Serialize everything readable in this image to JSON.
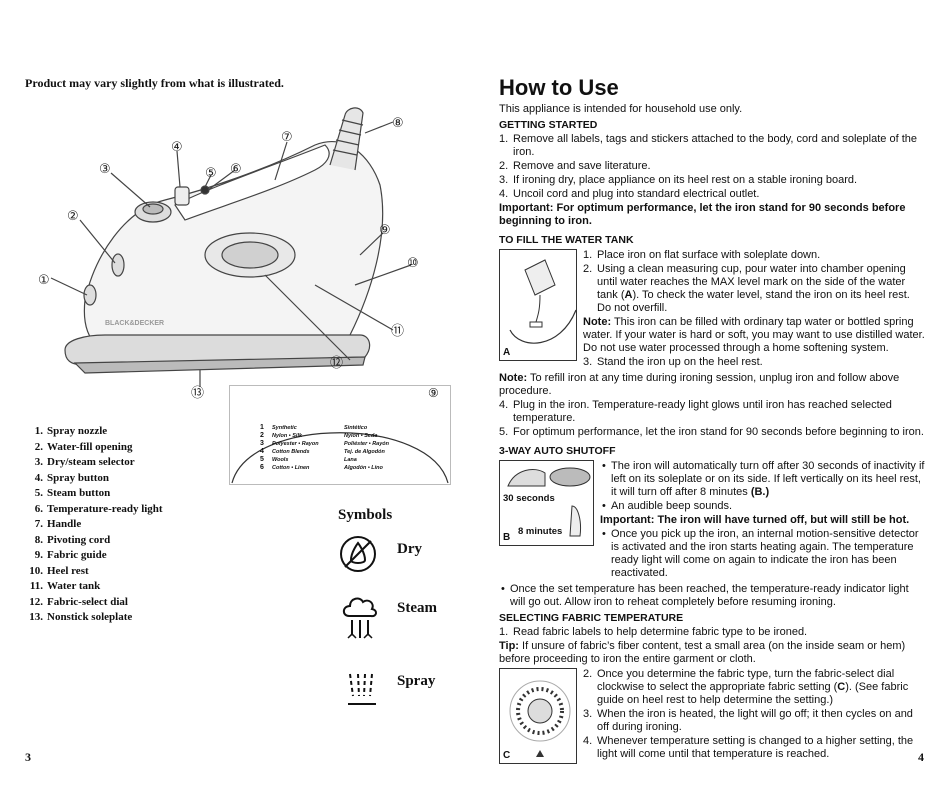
{
  "left": {
    "note": "Product may vary slightly from what is illustrated.",
    "parts": [
      {
        "num": "1.",
        "name": "Spray nozzle"
      },
      {
        "num": "2.",
        "name": "Water-fill opening"
      },
      {
        "num": "3.",
        "name": "Dry/steam selector"
      },
      {
        "num": "4.",
        "name": "Spray button"
      },
      {
        "num": "5.",
        "name": "Steam button"
      },
      {
        "num": "6.",
        "name": "Temperature-ready light"
      },
      {
        "num": "7.",
        "name": "Handle"
      },
      {
        "num": "8.",
        "name": "Pivoting cord"
      },
      {
        "num": "9.",
        "name": "Fabric guide"
      },
      {
        "num": "10.",
        "name": "Heel rest"
      },
      {
        "num": "11.",
        "name": "Water tank"
      },
      {
        "num": "12.",
        "name": "Fabric-select dial"
      },
      {
        "num": "13.",
        "name": "Nonstick soleplate"
      }
    ],
    "callouts": [
      "①",
      "②",
      "③",
      "④",
      "⑤",
      "⑥",
      "⑦",
      "⑧",
      "⑨",
      "⑩",
      "⑪",
      "⑫",
      "⑬"
    ],
    "brand": "BLACK&DECKER",
    "fabric_guide": {
      "callout": "⑨",
      "rows": [
        {
          "num": "1",
          "en": "Synthetic",
          "es": "Sintético"
        },
        {
          "num": "2",
          "en": "Nylon • Silk",
          "es": "Nylon • Seda"
        },
        {
          "num": "3",
          "en": "Polyester • Rayon",
          "es": "Poliéster • Rayón"
        },
        {
          "num": "4",
          "en": "Cotton Blends",
          "es": "Tej. de Algodón"
        },
        {
          "num": "5",
          "en": "Wools",
          "es": "Lana"
        },
        {
          "num": "6",
          "en": "Cotton • Linen",
          "es": "Algodón • Lino"
        }
      ]
    },
    "symbols_title": "Symbols",
    "symbols": [
      "Dry",
      "Steam",
      "Spray"
    ],
    "page_number": "3"
  },
  "right": {
    "title": "How to Use",
    "intro": "This appliance is intended for household use only.",
    "getting_started": {
      "heading": "GETTING STARTED",
      "items": [
        "Remove all labels, tags and stickers attached to the body, cord and soleplate of the iron.",
        "Remove and save literature.",
        "If ironing dry, place appliance on its heel rest on a stable ironing board.",
        "Uncoil cord and plug into standard electrical outlet."
      ],
      "important": "Important: For optimum performance, let the iron stand for 90 seconds before beginning to iron."
    },
    "fill_tank": {
      "heading": "TO FILL THE WATER TANK",
      "fig_label": "A",
      "item1": "Place iron on flat surface with soleplate down.",
      "item2_a": "Using a clean measuring cup, pour water into chamber opening until water reaches the MAX level mark on the side of the water tank (",
      "item2_b": "A",
      "item2_c": "). To check the water level, stand the iron on its heel rest. Do not overfill.",
      "note_label": "Note:",
      "note_text": " This iron can be filled with ordinary tap water or bottled spring water. If your water is hard or soft, you may want to use distilled water. Do not use water processed through a home softening system.",
      "item3": "Stand the iron up on the heel rest.",
      "refill_label": "Note:",
      "refill_text": " To refill iron at any time during ironing session, unplug iron and follow above procedure.",
      "item4": "Plug in the iron. Temperature-ready light glows until iron has reached selected temperature.",
      "item5": "For optimum performance, let the iron stand for 90 seconds before beginning to iron."
    },
    "auto_shutoff": {
      "heading": "3-WAY AUTO SHUTOFF",
      "fig_label": "B",
      "cap_30": "30 seconds",
      "cap_8": "8 minutes",
      "bullet1_a": "The iron will automatically turn off after 30 seconds of inactivity if left on its soleplate or on its side.  If left vertically on its heel rest, it will turn off after 8 minutes ",
      "bullet1_b": "(B.)",
      "bullet2": "An audible beep sounds.",
      "important": "Important: The iron will have turned off, but will still be hot.",
      "bullet3": "Once you pick up the iron, an internal motion-sensitive detector is activated and the iron starts heating again. The temperature ready light will come on again to indicate the iron has been reactivated.",
      "bullet4": "Once the set temperature has been reached, the temperature-ready indicator light will go out. Allow iron to reheat completely before resuming ironing."
    },
    "fabric_temp": {
      "heading": "SELECTING FABRIC TEMPERATURE",
      "item1": "Read fabric labels to help determine fabric type to be ironed.",
      "tip_label": "Tip:",
      "tip_text": " If unsure of fabric’s fiber content, test a small area (on the inside seam or hem) before proceeding to iron the entire garment or cloth.",
      "fig_label": "C",
      "item2_a": "Once you determine the fabric type, turn the fabric-select dial clockwise to select the appropriate fabric setting (",
      "item2_b": "C",
      "item2_c": "). (See fabric guide on heel rest to help determine the setting.)",
      "item3": "When the iron is heated, the light will go off; it then cycles on and off during ironing.",
      "item4": "Whenever temperature setting is changed to a higher setting, the light will come until that temperature is reached."
    },
    "page_number": "4"
  }
}
